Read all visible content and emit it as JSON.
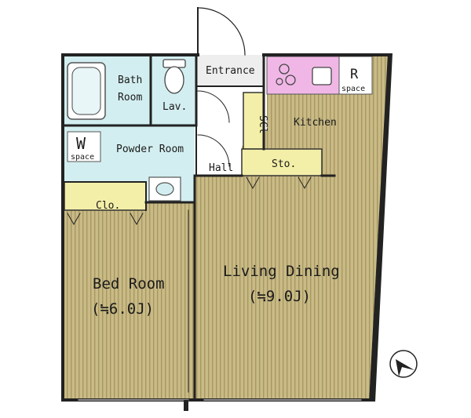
{
  "rooms": {
    "bath": {
      "line1": "Bath",
      "line2": "Room"
    },
    "lavatory": "Lav.",
    "entrance": "Entrance",
    "kitchen": "Kitchen",
    "refrigerator_space": {
      "letter": "R",
      "caption": "space"
    },
    "shoe_closet": "SCl",
    "washer_space": {
      "letter": "W",
      "caption": "space"
    },
    "powder_room": "Powder Room",
    "hall": "Hall",
    "storage": "Sto.",
    "closet": "Clo.",
    "bedroom": {
      "name": "Bed Room",
      "size": "(≒6.0J)"
    },
    "living_dining": {
      "name": "Living Dining",
      "size": "(≒9.0J)"
    }
  },
  "colors": {
    "floor": "#c9bb86",
    "floor_stripe": "#a89763",
    "wet_area": "#d3eef0",
    "storage": "#f3efa8",
    "kitchen_counter": "#f0b7e6",
    "wall": "#222222"
  },
  "icons": [
    "bathtub-icon",
    "toilet-icon",
    "sink-icon",
    "stove-icon",
    "kitchen-sink-icon",
    "north-arrow-icon"
  ]
}
